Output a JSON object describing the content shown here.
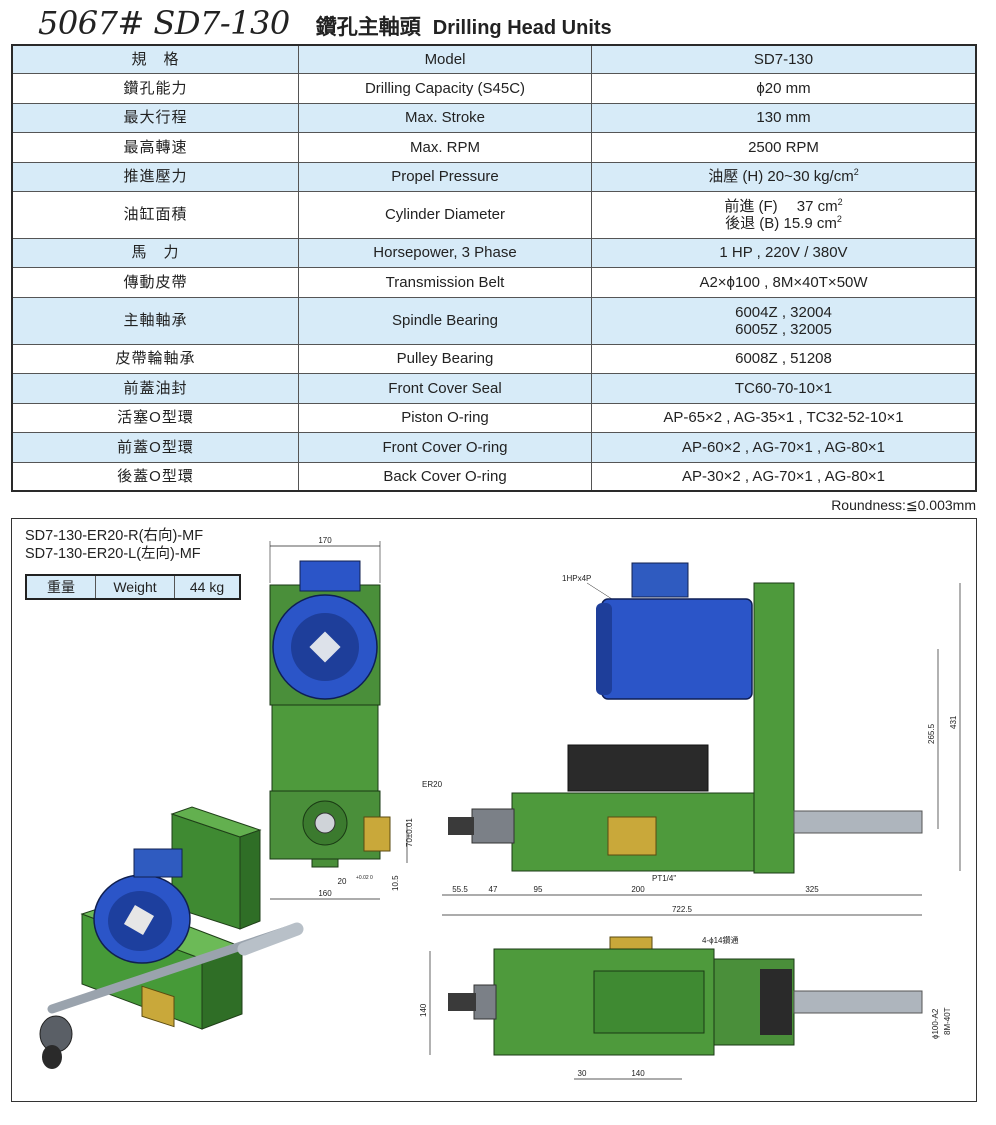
{
  "header": {
    "model_no": "5067# SD7-130",
    "title_zh": "鑽孔主軸頭",
    "title_en": "Drilling Head Units"
  },
  "spec_table": {
    "rows": [
      {
        "zh": "規　格",
        "en": "Model",
        "value": "SD7-130"
      },
      {
        "zh": "鑽孔能力",
        "en": "Drilling Capacity (S45C)",
        "value": "ϕ20 mm"
      },
      {
        "zh": "最大行程",
        "en": "Max. Stroke",
        "value": "130 mm"
      },
      {
        "zh": "最高轉速",
        "en": "Max. RPM",
        "value": "2500 RPM"
      },
      {
        "zh": "推進壓力",
        "en": "Propel Pressure",
        "value": "油壓 (H) 20~30 kg/cm",
        "sup": "2"
      },
      {
        "zh": "油缸面積",
        "en": "Cylinder Diameter",
        "value_line1": "前進 (F)　 37 cm",
        "sup1": "2",
        "value_line2": "後退 (B)  15.9 cm",
        "sup2": "2"
      },
      {
        "zh": "馬　力",
        "en": "Horsepower, 3 Phase",
        "value": "1 HP , 220V / 380V"
      },
      {
        "zh": "傳動皮帶",
        "en": "Transmission Belt",
        "value": "A2×ϕ100 , 8M×40T×50W"
      },
      {
        "zh": "主軸軸承",
        "en": "Spindle Bearing",
        "value_line1": "6004Z , 32004",
        "value_line2": "6005Z , 32005"
      },
      {
        "zh": "皮帶輪軸承",
        "en": "Pulley Bearing",
        "value": "6008Z , 51208"
      },
      {
        "zh": "前蓋油封",
        "en": "Front Cover Seal",
        "value": "TC60-70-10×1"
      },
      {
        "zh": "活塞O型環",
        "en": "Piston O-ring",
        "value": "AP-65×2 , AG-35×1 , TC32-52-10×1"
      },
      {
        "zh": "前蓋O型環",
        "en": "Front Cover O-ring",
        "value": "AP-60×2 , AG-70×1 ,  AG-80×1"
      },
      {
        "zh": "後蓋O型環",
        "en": "Back Cover O-ring",
        "value": "AP-30×2 , AG-70×1 ,  AG-80×1"
      }
    ]
  },
  "roundness": "Roundness:≦0.003mm",
  "drawing_panel": {
    "variant_right": "SD7-130-ER20-R(右向)-MF",
    "variant_left": "SD7-130-ER20-L(左向)-MF",
    "weight": {
      "zh": "重量",
      "en": "Weight",
      "value": "44 kg"
    },
    "dims": {
      "front_width": "170",
      "front_base": "160",
      "front_h1": "70±0.01",
      "front_h2": "10.5",
      "front_key": "20",
      "front_key_tol": "+0.02 0",
      "motor_label": "1HPx4P",
      "er_label": "ER20",
      "pt_label": "PT1/4\"",
      "d_55": "55.5",
      "d_47": "47",
      "d_95": "95",
      "d_200": "200",
      "d_325": "325",
      "d_total": "722.5",
      "d_265": "265.5",
      "d_431": "431",
      "hole_label": "4-ϕ14鑽通",
      "d_140v": "140",
      "d_30": "30",
      "d_140h": "140",
      "pulley_label1": "ϕ100-A2",
      "pulley_label2": "8M-40T"
    }
  },
  "colors": {
    "table_blue": "#d7ebf8",
    "body_green": "#4e9a3c",
    "motor_blue": "#2b55c8",
    "brass": "#c9a83a"
  }
}
